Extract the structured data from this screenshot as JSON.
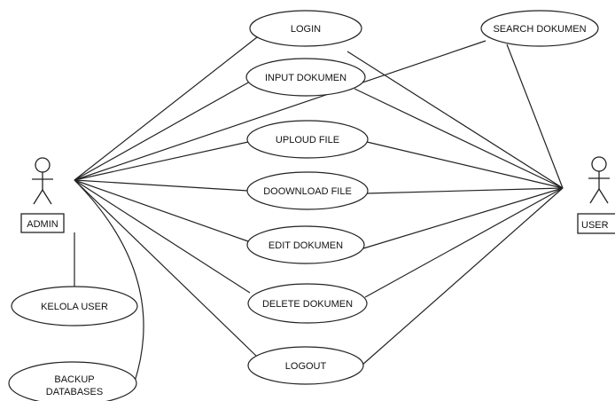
{
  "actors": {
    "admin": "ADMIN",
    "user": "USER"
  },
  "use_cases": {
    "login": "LOGIN",
    "input_dokumen": "INPUT DOKUMEN",
    "search_dokumen": "SEARCH DOKUMEN",
    "uploud_file": "UPLOUD FILE",
    "doownload_file": "DOOWNLOAD FILE",
    "edit_dokumen": "EDIT DOKUMEN",
    "delete_dokumen": "DELETE DOKUMEN",
    "logout": "LOGOUT",
    "kelola_user": "KELOLA USER",
    "backup_line1": "BACKUP",
    "backup_line2": "DATABASES"
  }
}
